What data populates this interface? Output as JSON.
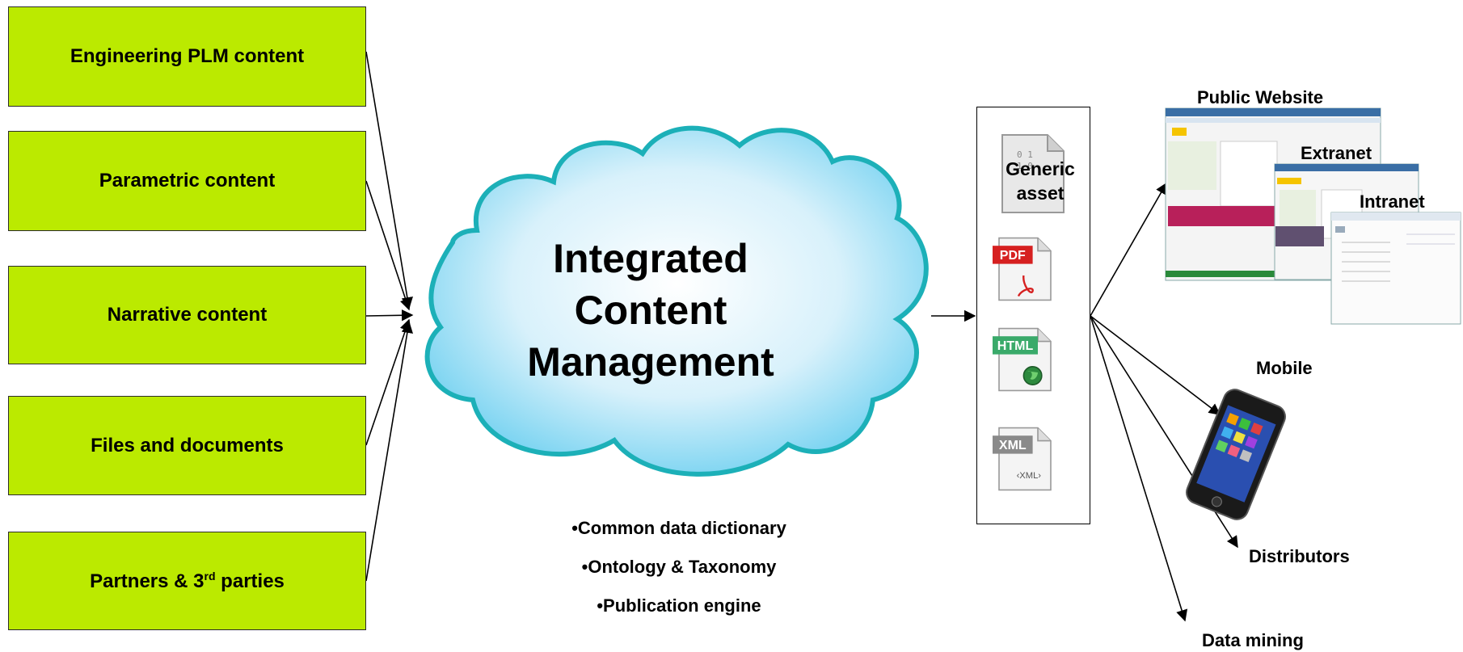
{
  "sources": [
    {
      "label": "Engineering PLM content"
    },
    {
      "label": "Parametric content"
    },
    {
      "label": "Narrative content"
    },
    {
      "label": "Files and documents"
    },
    {
      "label": "Partners & 3",
      "sup": "rd",
      "suffix": " parties"
    }
  ],
  "cloud": {
    "lines": [
      "Integrated",
      "Content",
      "Management"
    ]
  },
  "features": [
    "•Common data dictionary",
    "•Ontology & Taxonomy",
    "•Publication engine"
  ],
  "assets": {
    "generic_label": "Generic asset",
    "generic_line1": "Generic",
    "generic_line2": "asset",
    "pdf_tag": "PDF",
    "html_tag": "HTML",
    "xml_tag": "XML",
    "xml_body": "‹XML›"
  },
  "outputs": {
    "public_website": "Public Website",
    "extranet": "Extranet",
    "intranet": "Intranet",
    "mobile": "Mobile",
    "distributors": "Distributors",
    "data_mining": "Data mining"
  },
  "colors": {
    "source_fill": "#bbea00",
    "cloud_stroke": "#1cb0b8",
    "cloud_light": "#ffffff",
    "cloud_dark": "#6fd0f0"
  }
}
